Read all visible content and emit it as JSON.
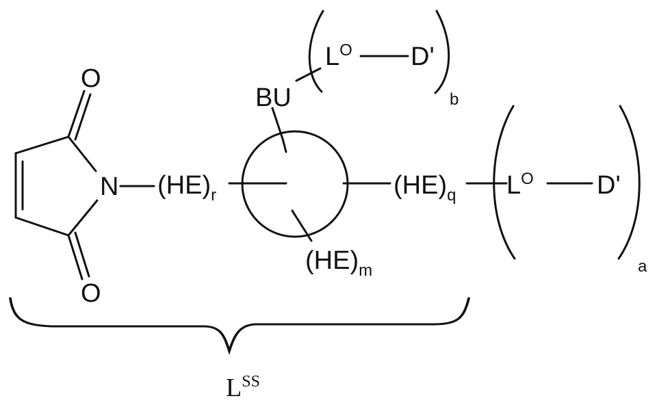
{
  "diagram": {
    "type": "chemical-structure",
    "maleimide": {
      "top_oxygen": "O",
      "bottom_oxygen": "O",
      "nitrogen": "N"
    },
    "left_linker": {
      "text": "(HE)",
      "subscript": "r"
    },
    "branch_unit": {
      "text": "BU"
    },
    "branch_group": {
      "linker": "L",
      "linker_sup": "O",
      "drug": "D'",
      "subscript": "b"
    },
    "bottom_linker": {
      "text": "(HE)",
      "subscript": "m"
    },
    "right_linker": {
      "text": "(HE)",
      "subscript": "q"
    },
    "right_group": {
      "linker": "L",
      "linker_sup": "O",
      "drug": "D'",
      "subscript": "a"
    },
    "brace_label": {
      "text": "L",
      "sup": "SS"
    }
  },
  "colors": {
    "ink": "#111111",
    "background": "#ffffff"
  }
}
